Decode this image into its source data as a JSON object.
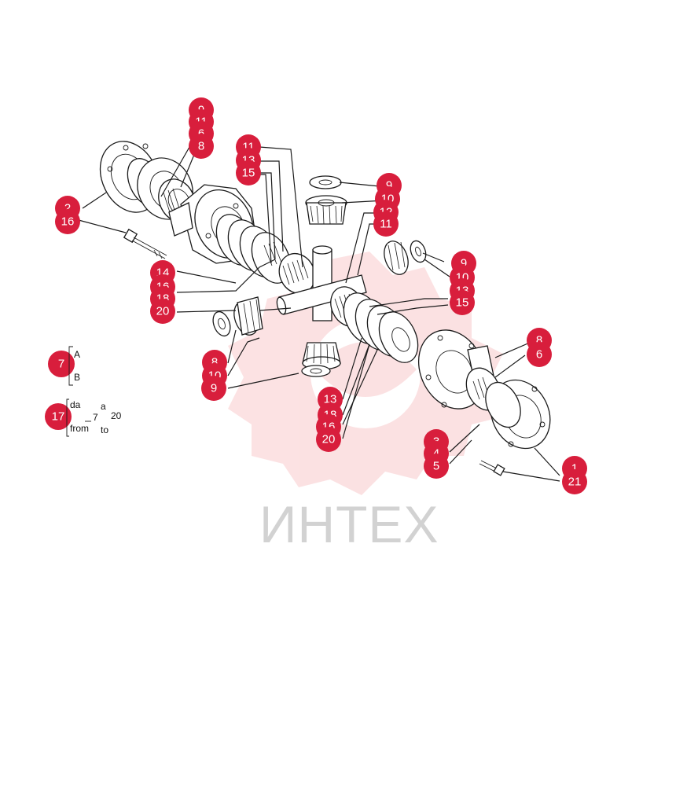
{
  "watermark": {
    "text": "ИНТЕХ",
    "logo_color": "#e8202a",
    "text_color": "#d2d2d2"
  },
  "callout_color": "#d81e3c",
  "callouts": [
    "1",
    "21",
    "2",
    "16",
    "3",
    "5",
    "6",
    "8",
    "9",
    "9",
    "10",
    "10",
    "11",
    "11",
    "12",
    "13",
    "15",
    "14",
    "16",
    "20",
    "15",
    "18",
    "20",
    "8",
    "9",
    "10"
  ],
  "legend": {
    "item_a": {
      "number": "7",
      "text_a": "A",
      "text_b": "B"
    },
    "item_b": {
      "number": "17",
      "line1_da": "da",
      "line1_a": "a",
      "line1_n1": "7",
      "line1_n2": "20",
      "from": "from",
      "to": "to"
    }
  }
}
